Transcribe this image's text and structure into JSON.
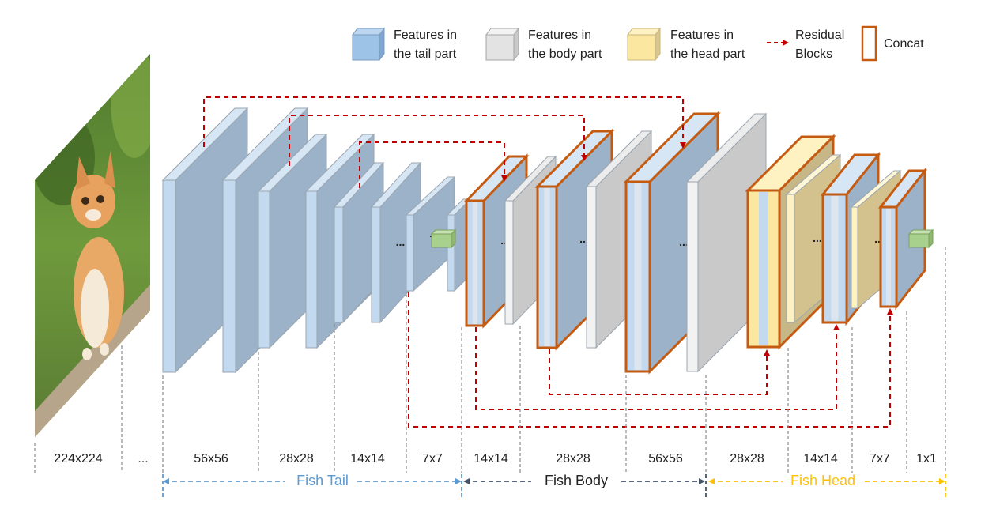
{
  "legend": {
    "tail": "Features in|the tail part",
    "body": "Features in|the body part",
    "head": "Features in|the head part",
    "residual": "Residual|Blocks",
    "concat": "Concat"
  },
  "resolutions": [
    "224x224",
    "...",
    "56x56",
    "28x28",
    "14x14",
    "7x7",
    "14x14",
    "28x28",
    "56x56",
    "28x28",
    "14x14",
    "7x7",
    "1x1"
  ],
  "sections": {
    "tail": "Fish Tail",
    "body": "Fish Body",
    "head": "Fish Head"
  },
  "block_dots": "...",
  "colors": {
    "tail": "#a7c6e6",
    "tail_front": "#c3d9ef",
    "body": "#d9d9d9",
    "head": "#fbe7a0",
    "head_dark": "#d4c28e",
    "residual": "#c00000",
    "concat": "#c55a11",
    "tail_arrow": "#5b9bd5",
    "body_arrow": "#44546a",
    "head_arrow": "#ffc000",
    "output": "#a9d18e"
  }
}
